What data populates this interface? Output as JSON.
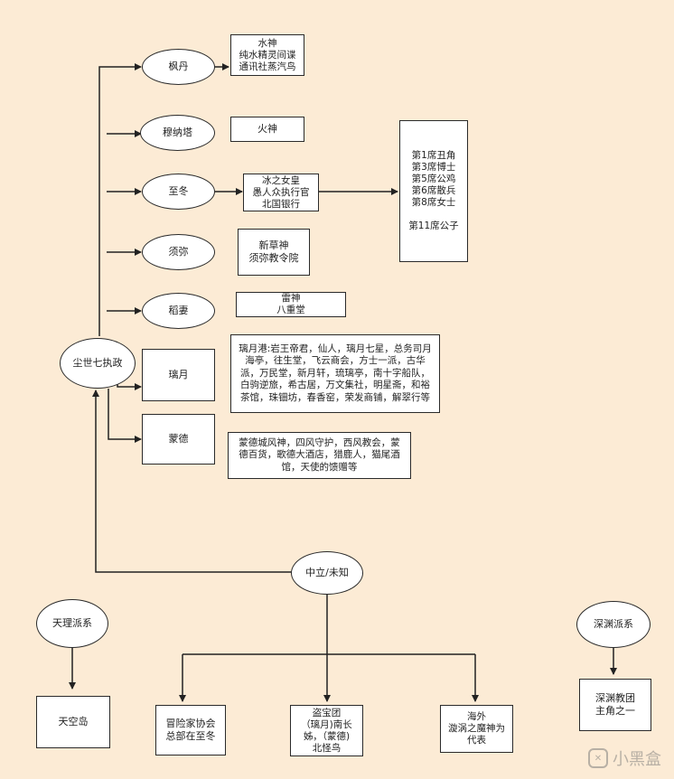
{
  "nations": {
    "fengdan": "枫丹",
    "mengde_ta": "穆纳塔",
    "zhidong": "至冬",
    "xumi": "须弥",
    "daoqi": "稻妻",
    "liyue": "璃月",
    "mengde": "蒙德"
  },
  "center": "尘世七执政",
  "neutral": "中立/未知",
  "tianli": "天理派系",
  "shenyuan": "深渊派系",
  "boxes": {
    "fengdan_box": "水神\n纯水精灵间谍\n通讯社蒸汽鸟",
    "mengde_ta_box": "火神",
    "zhidong_box": "冰之女皇\n愚人众执行官\n北国银行",
    "harbingers": "第1席丑角\n第3席博士\n第5席公鸡\n第6席散兵\n第8席女士\n\n第11席公子",
    "xumi_box": "新草神\n须弥教令院",
    "daoqi_box": "雷神\n八重堂",
    "liyue_box": "璃月港:岩王帝君，仙人，璃月七星，总务司月海亭，往生堂，飞云商会，方士一派，古华派，万民堂，新月轩，琉璃亭，南十字船队，白驹逆旅，希古居，万文集社，明星斋，和裕茶馆，珠钿坊，春香窑，荣发商铺，解翠行等",
    "mengde_box": "蒙德城风神，四风守护，西风教会，蒙德百货，歌德大酒店，猎鹿人，猫尾酒馆，天使的馈赠等",
    "tiankong": "天空岛",
    "adventurers": "冒险家协会\n总部在至冬",
    "treasure": "盗宝团\n（璃月)南长\n姊，（蒙德)\n北怪鸟",
    "overseas": "海外\n漩涡之魔神为\n代表",
    "abyss_box": "深渊教团\n主角之一"
  },
  "watermark": "小黑盒"
}
